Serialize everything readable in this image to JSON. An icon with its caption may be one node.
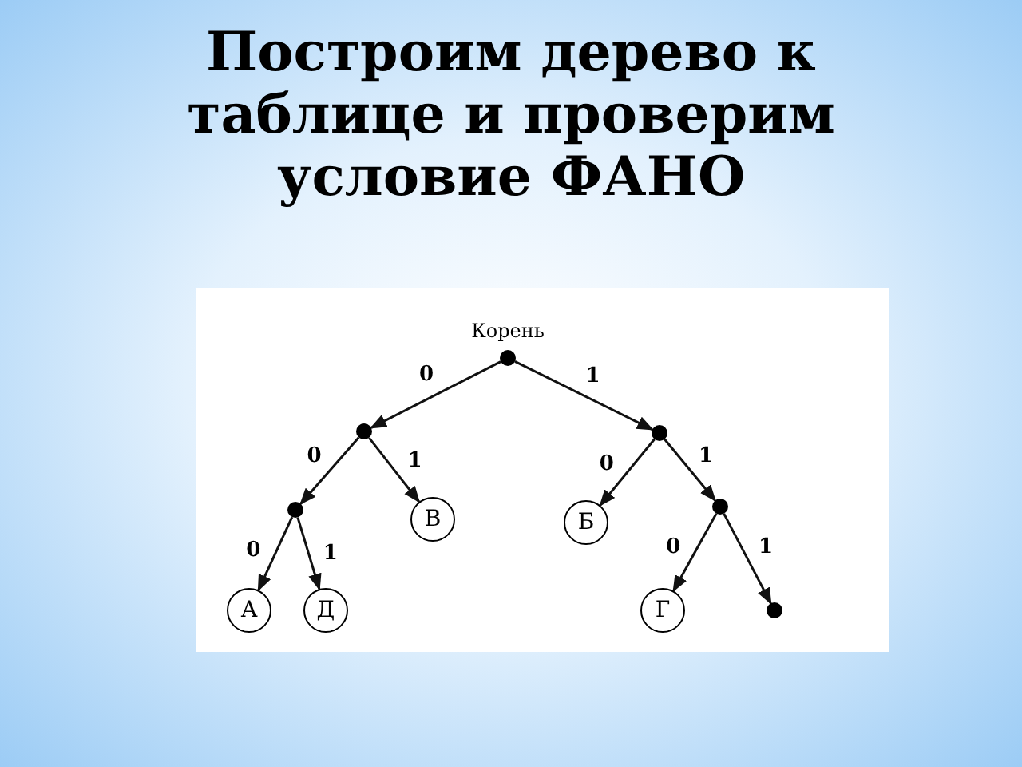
{
  "diagram": {
    "title": "Построим дерево к таблице и проверим условие ФАНО",
    "nodes": [
      {
        "text": [],
        "shape": "circle",
        "beside": [
          "Корень"
        ]
      },
      {
        "text": [],
        "shape": "circle"
      },
      {
        "text": [],
        "shape": "circle"
      },
      {
        "text": [],
        "shape": "circle"
      },
      {
        "text": [
          "В"
        ]
      },
      {
        "text": [
          "Б"
        ]
      },
      {
        "text": [],
        "shape": "circle"
      },
      {
        "text": [
          "А"
        ]
      },
      {
        "text": [
          "Д"
        ]
      },
      {
        "text": [
          "Г"
        ]
      },
      {
        "text": [],
        "shape": "circle"
      }
    ],
    "edges": [
      {
        "from": 0,
        "to": 1,
        "arrow": "to",
        "label": "0"
      },
      {
        "from": 0,
        "to": 2,
        "arrow": "to",
        "label": "1"
      },
      {
        "from": 1,
        "to": 3,
        "arrow": "to",
        "label": "0"
      },
      {
        "from": 1,
        "to": 4,
        "arrow": "to",
        "label": "1"
      },
      {
        "from": 2,
        "to": 5,
        "arrow": "to",
        "label": "0"
      },
      {
        "from": 2,
        "to": 6,
        "arrow": "to",
        "label": "1"
      },
      {
        "from": 3,
        "to": 7,
        "arrow": "to",
        "label": "0"
      },
      {
        "from": 3,
        "to": 8,
        "arrow": "to",
        "label": "1"
      },
      {
        "from": 6,
        "to": 9,
        "arrow": "to",
        "label": "0"
      },
      {
        "from": 6,
        "to": 10,
        "arrow": "to",
        "label": "1"
      }
    ]
  }
}
